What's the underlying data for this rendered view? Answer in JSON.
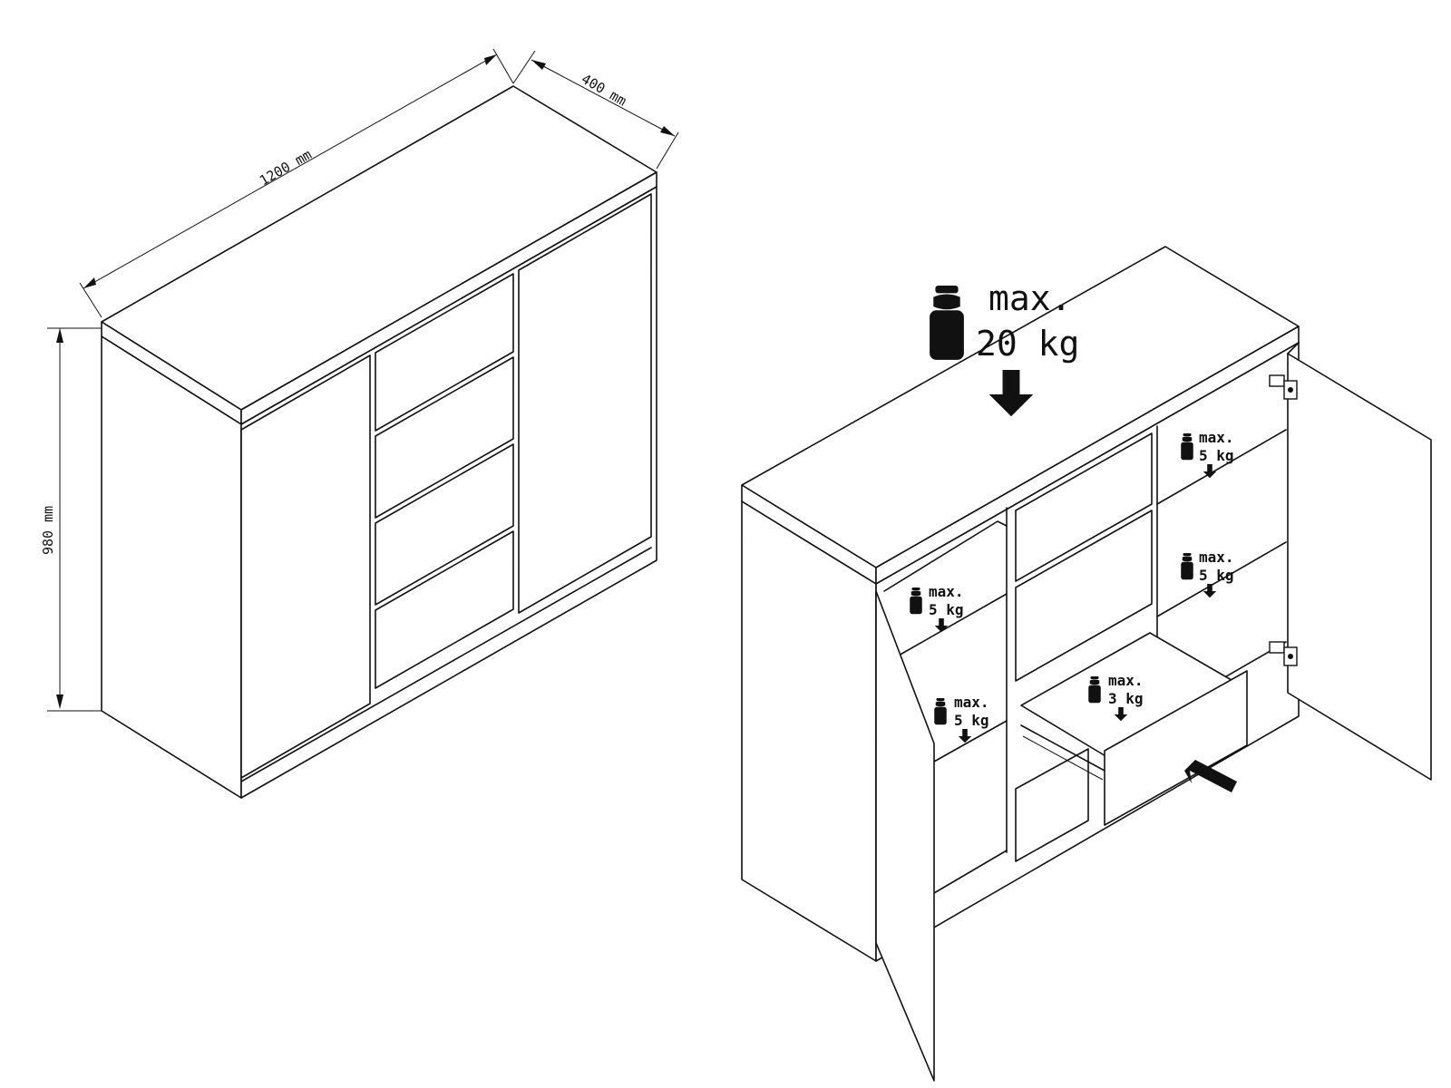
{
  "dimensions": {
    "width": "1200 mm",
    "depth": "400 mm",
    "height": "980 mm"
  },
  "top_load": {
    "max": "max.",
    "value": "20 kg"
  },
  "shelf_loads": [
    {
      "max": "max.",
      "value": "5 kg"
    },
    {
      "max": "max.",
      "value": "5 kg"
    },
    {
      "max": "max.",
      "value": "5 kg"
    },
    {
      "max": "max.",
      "value": "5 kg"
    }
  ],
  "drawer_load": {
    "max": "max.",
    "value": "3 kg"
  },
  "icons": [
    "weight-icon",
    "down-arrow-icon",
    "push-arrow-icon",
    "hinge-icon"
  ],
  "colors": {
    "line": "#111111",
    "background": "#ffffff"
  }
}
